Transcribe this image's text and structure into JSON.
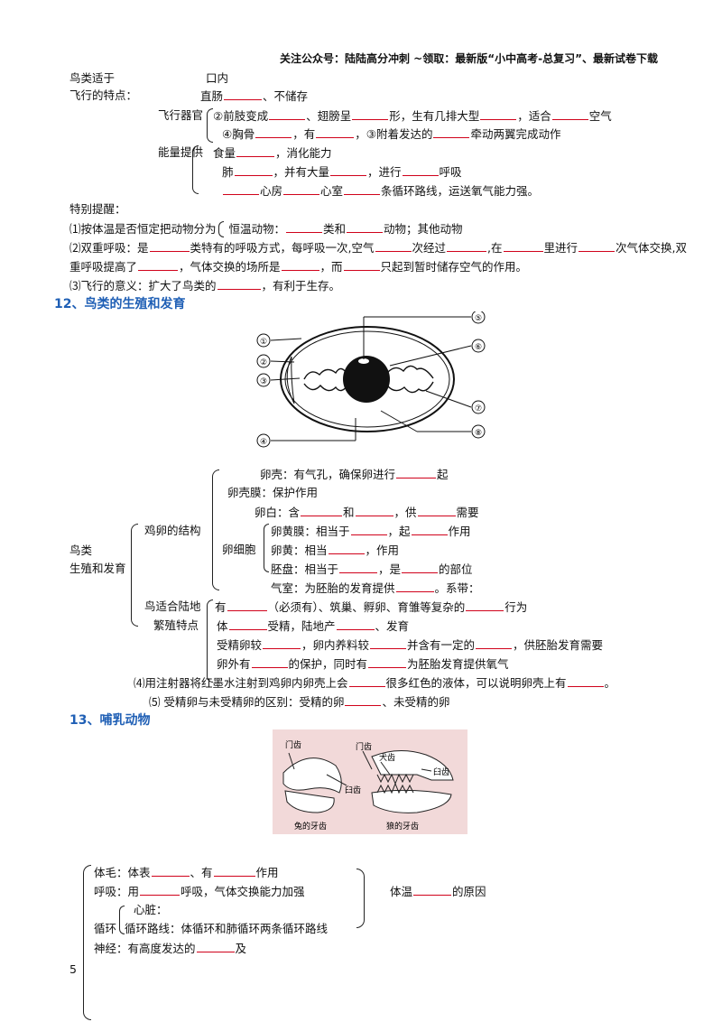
{
  "header": {
    "text": "关注公众号：陆陆高分冲刺 ~领取：最新版“小中高考-总复习”、最新试卷下载"
  },
  "birds": {
    "left_title_1": "鸟类适于",
    "left_title_2": "飞行的特点：",
    "mouth": "口内",
    "rectum_a": "直肠",
    "rectum_b": "、不储存",
    "organ_label": "飞行器官",
    "organ_1a": "②前肢变成",
    "organ_1b": "、翅膀呈",
    "organ_1c": "形，生有几排大型",
    "organ_1d": "，适合",
    "organ_1e": "空气",
    "organ_2a": "④胸骨",
    "organ_2b": "，有",
    "organ_2c": "，③附着发达的",
    "organ_2d": "牵动两翼完成动作",
    "energy_label": "能量提供",
    "energy_1a": "食量",
    "energy_1b": "，消化能力",
    "energy_2a": "肺",
    "energy_2b": "，并有大量",
    "energy_2c": "，进行",
    "energy_2d": "呼吸",
    "energy_3a": "心房",
    "energy_3b": "心室",
    "energy_3c": "条循环路线，运送氧气能力强。"
  },
  "tips": {
    "title": "特别提醒：",
    "t1a": "⑴按体温是否恒定把动物分为",
    "t1b": "恒温动物：",
    "t1c": "类和",
    "t1d": "动物；其他动物",
    "t2a": "⑵双重呼吸：是",
    "t2b": "类特有的呼吸方式，每呼吸一次,空气",
    "t2c": "次经过",
    "t2d": ",在",
    "t2e": "里进行",
    "t2f": "次气体交换,双",
    "t3a": "重呼吸提高了",
    "t3b": "，气体交换的场所是",
    "t3c": "，而",
    "t3d": "只起到暂时储存空气的作用。",
    "t4a": "⑶飞行的意义：扩大了鸟类的",
    "t4b": "，有利于生存。"
  },
  "section12": {
    "title": "12、鸟类的生殖和发育",
    "labels": [
      "①",
      "②",
      "③",
      "④",
      "⑤",
      "⑥",
      "⑦",
      "⑧"
    ]
  },
  "repro": {
    "left_1": "鸟类",
    "left_2": "生殖和发育",
    "egg_structure": "鸡卵的结构",
    "shell_a": "卵壳：有气孔，确保卵进行",
    "shell_b": "起",
    "membrane": "卵壳膜：保护作用",
    "white_a": "卵白：含",
    "white_b": "和",
    "white_c": "，供",
    "white_d": "需要",
    "egg_cell": "卵细胞",
    "yolk_mem_a": "卵黄膜：相当于",
    "yolk_mem_b": "，起",
    "yolk_mem_c": "作用",
    "yolk_a": "卵黄：相当",
    "yolk_b": "，作用",
    "disc_a": "胚盘：相当于",
    "disc_b": "，是",
    "disc_c": "的部位",
    "air_a": "气室：为胚胎的发育提供",
    "air_b": "。系带：",
    "adapt_1": "鸟适合陆地",
    "adapt_2": "繁殖特点",
    "r1a": "有",
    "r1b": "（必须有）、筑巢、孵卵、育雏等复杂的",
    "r1c": "行为",
    "r2a": "体",
    "r2b": "受精，陆地产",
    "r2c": "、发育",
    "r3a": "受精卵较",
    "r3b": "，卵内养料较",
    "r3c": "并含有一定的",
    "r3d": "，供胚胎发育需要",
    "r4a": "卵外有",
    "r4b": "的保护，同时有",
    "r4c": "为胚胎发育提供氧气",
    "q4a": "⑷用注射器将红墨水注射到鸡卵内卵壳上会",
    "q4b": "很多红色的液体，可以说明卵壳上有",
    "q4c": "。",
    "q5a": "⑸ 受精卵与未受精卵的区别：受精的卵",
    "q5b": "、未受精的卵"
  },
  "section13": {
    "title": "13、哺乳动物",
    "fig_labels": {
      "incisor_left": "门齿",
      "incisor_right": "门齿",
      "canine": "犬齿",
      "molar_right": "臼齿",
      "molar_left": "臼齿",
      "rabbit": "兔的牙齿",
      "dog": "狼的牙齿"
    }
  },
  "mammal": {
    "hair_a": "体毛：体表",
    "hair_b": "、有",
    "hair_c": "作用",
    "breath_a": "呼吸：用",
    "breath_b": "呼吸，气体交换能力加强",
    "heart": "心脏：",
    "circ_label": "循环",
    "circ_b": "循环路线：体循环和肺循环两条循环路线",
    "nerve_a": "神经：有高度发达的",
    "nerve_b": "及",
    "temp_a": "体温",
    "temp_b": "的原因"
  },
  "page_number": "5"
}
